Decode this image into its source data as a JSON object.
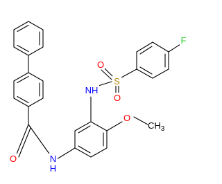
{
  "molecule": {
    "atom_labels": {
      "fluorine": "F",
      "sulfonyl_oxygen_left": "O",
      "sulfonyl_sulfur": "S",
      "sulfonyl_oxygen_bottom": "O",
      "sulfonamide_nh": "NH",
      "methoxy_oxygen": "O",
      "methoxy_methyl": "CH",
      "methoxy_methyl_subscript": "3",
      "amide_oxygen": "O",
      "amide_nitrogen": "N",
      "amide_hydrogen": "H"
    }
  }
}
